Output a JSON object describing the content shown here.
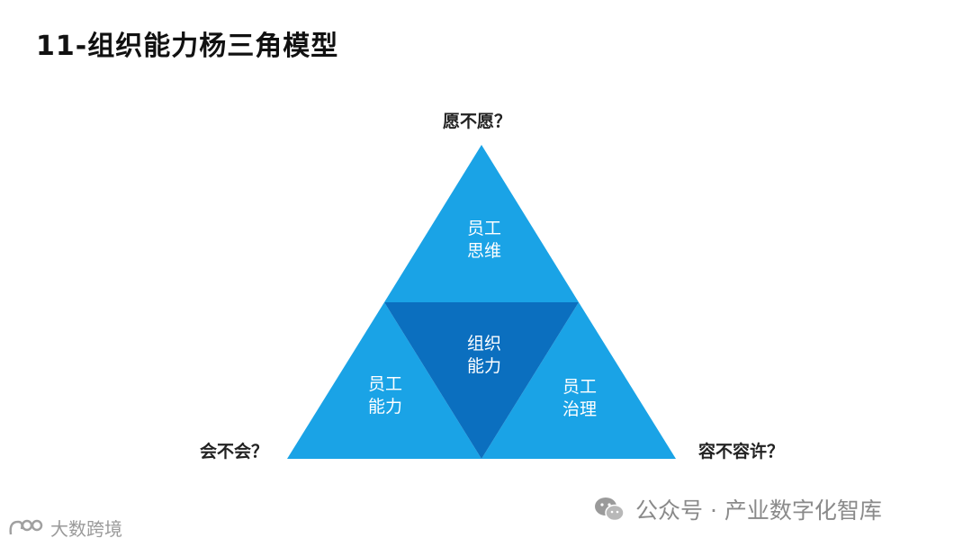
{
  "title": "11-组织能力杨三角模型",
  "colors": {
    "light_blue": "#1aa3e6",
    "dark_blue": "#0b6fbf",
    "text_dark": "#222222",
    "watermark_gray": "#8a8a8a"
  },
  "diagram": {
    "questions": {
      "top": "愿不愿？",
      "left": "会不会？",
      "right": "容不容许？"
    },
    "top_triangle": {
      "line1": "员工",
      "line2": "思维"
    },
    "center_triangle": {
      "line1": "组织",
      "line2": "能力"
    },
    "left_triangle": {
      "line1": "员工",
      "line2": "能力"
    },
    "right_triangle": {
      "line1": "员工",
      "line2": "治理"
    }
  },
  "watermark": {
    "icon": "wechat-icon",
    "text": "公众号 · 产业数字化智库"
  },
  "watermark2": {
    "icon": "brand-logo-icon",
    "text": "大数跨境"
  }
}
